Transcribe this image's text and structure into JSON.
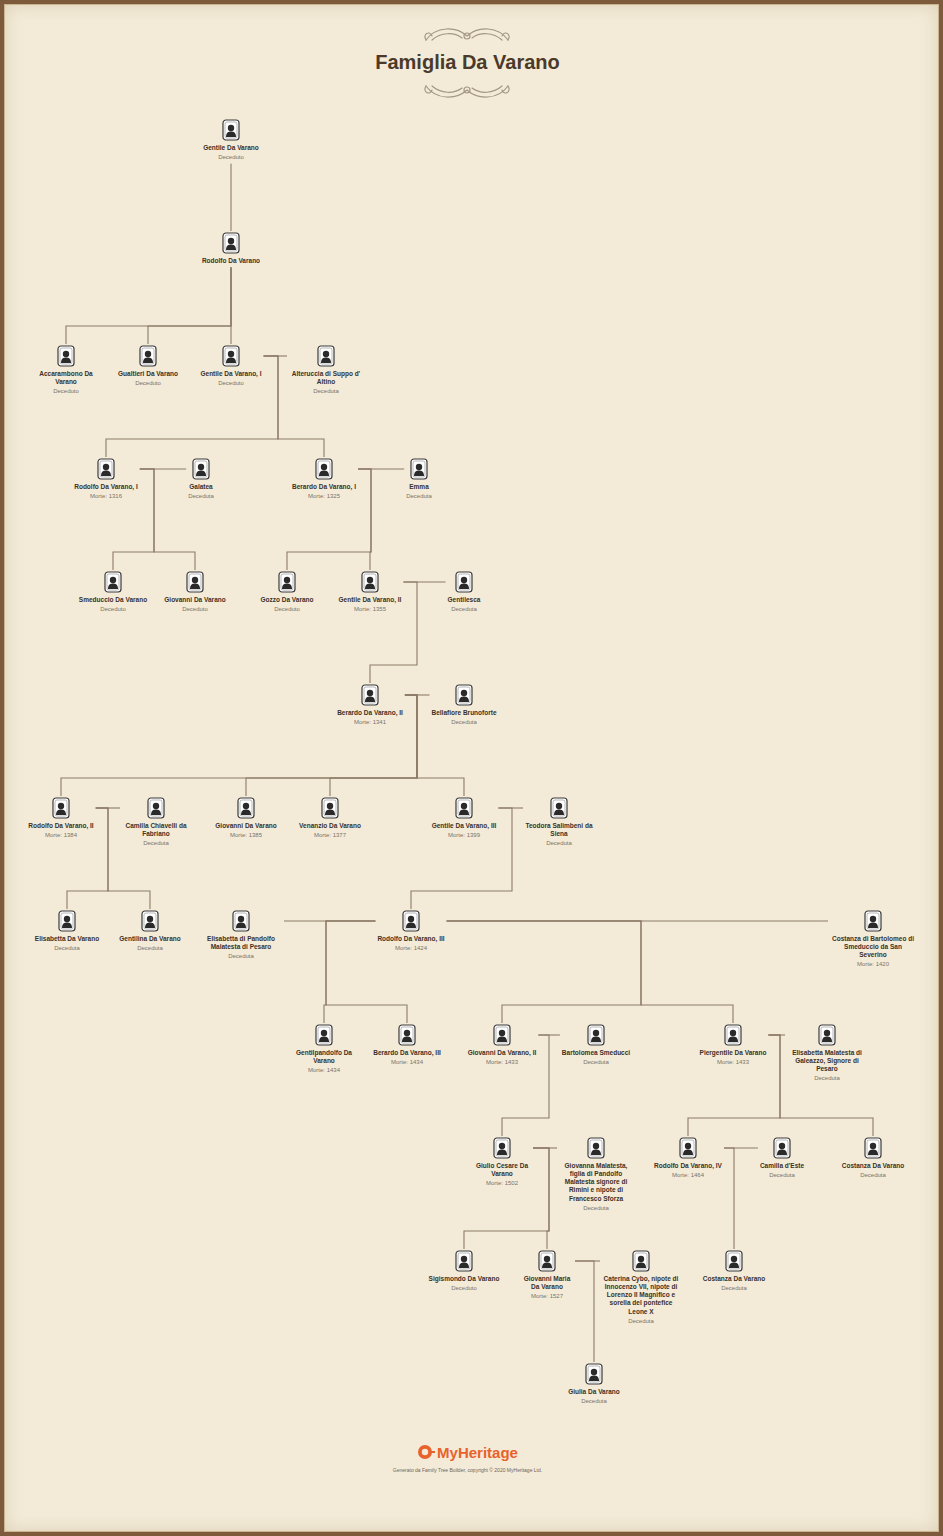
{
  "diagram": {
    "title": "Famiglia Da Varano",
    "nodes": [
      {
        "text": [
          "Gentile Da Varano",
          "Deceduto"
        ]
      },
      {
        "text": [
          "Rodolfo Da Varano"
        ]
      },
      {
        "text": [
          "Accarambono Da Varano",
          "Deceduto"
        ]
      },
      {
        "text": [
          "Gualtieri Da Varano",
          "Deceduto"
        ]
      },
      {
        "text": [
          "Gentile Da Varano, I",
          "Deceduto"
        ]
      },
      {
        "text": [
          "Alteruccia di Suppo d' Altino",
          "Deceduta"
        ]
      },
      {
        "text": [
          "Rodolfo Da Varano, I",
          "Morte: 1316"
        ]
      },
      {
        "text": [
          "Galatea",
          "Deceduta"
        ]
      },
      {
        "text": [
          "Berardo Da Varano, I",
          "Morte: 1325"
        ]
      },
      {
        "text": [
          "Emma",
          "Deceduta"
        ]
      },
      {
        "text": [
          "Smeduccio Da Varano",
          "Deceduto"
        ]
      },
      {
        "text": [
          "Giovanni Da Varano",
          "Deceduto"
        ]
      },
      {
        "text": [
          "Gozzo Da Varano",
          "Deceduto"
        ]
      },
      {
        "text": [
          "Gentile Da Varano, II",
          "Morte: 1355"
        ]
      },
      {
        "text": [
          "Gentilesca",
          "Deceduta"
        ]
      },
      {
        "text": [
          "Berardo Da Varano, II",
          "Morte: 1341"
        ]
      },
      {
        "text": [
          "Bellafiore Brunoforte",
          "Deceduta"
        ]
      },
      {
        "text": [
          "Rodolfo Da Varano, II",
          "Morte: 1384"
        ]
      },
      {
        "text": [
          "Camilla Chiavelli da Fabriano",
          "Deceduta"
        ]
      },
      {
        "text": [
          "Giovanni Da Varano",
          "Morte: 1385"
        ]
      },
      {
        "text": [
          "Venanzio Da Varano",
          "Morte: 1377"
        ]
      },
      {
        "text": [
          "Gentile Da Varano, III",
          "Morte: 1399"
        ]
      },
      {
        "text": [
          "Teodora Salimbeni da Siena",
          "Deceduta"
        ]
      },
      {
        "text": [
          "Elisabetta Da Varano",
          "Deceduta"
        ]
      },
      {
        "text": [
          "Gentilina Da Varano",
          "Deceduta"
        ]
      },
      {
        "text": [
          "Elisabetta di Pandolfo Malatesta di Pesaro",
          "Deceduta"
        ]
      },
      {
        "text": [
          "Rodolfo Da Varano, III",
          "Morte: 1424"
        ]
      },
      {
        "text": [
          "Costanza di Bartolomeo di Smeduccio da San Severino",
          "Morte: 1420"
        ]
      },
      {
        "text": [
          "Gentilpandolfo Da Varano",
          "Morte: 1434"
        ]
      },
      {
        "text": [
          "Berardo Da Varano, III",
          "Morte: 1434"
        ]
      },
      {
        "text": [
          "Giovanni Da Varano, II",
          "Morte: 1433"
        ]
      },
      {
        "text": [
          "Bartolomea Smeducci",
          "Deceduta"
        ]
      },
      {
        "text": [
          "Piergentile Da Varano",
          "Morte: 1433"
        ]
      },
      {
        "text": [
          "Elisabetta Malatesta di Galeazzo, Signore di Pesaro",
          "Deceduta"
        ]
      },
      {
        "text": [
          "Giulio Cesare Da Varano",
          "Morte: 1502"
        ]
      },
      {
        "text": [
          "Giovanna Malatesta, figlia di Pandolfo Malatesta signore di Rimini e nipote di Francesco Sforza",
          "Deceduta"
        ]
      },
      {
        "text": [
          "Rodolfo Da Varano, IV",
          "Morte: 1464"
        ]
      },
      {
        "text": [
          "Camilla d'Este",
          "Deceduta"
        ]
      },
      {
        "text": [
          "Costanza Da Varano",
          "Deceduta"
        ]
      },
      {
        "text": [
          "Sigismondo Da Varano",
          "Deceduto"
        ]
      },
      {
        "text": [
          "Giovanni Maria Da Varano",
          "Morte: 1527"
        ]
      },
      {
        "text": [
          "Caterina Cybo, nipote di Innocenzo VII, nipote di Lorenzo Il Magnifico e sorella del pontefice Leone X",
          "Deceduta"
        ]
      },
      {
        "text": [
          "Costanza Da Varano",
          "Deceduta"
        ]
      },
      {
        "text": [
          "Giulia Da Varano",
          "Deceduta"
        ]
      }
    ],
    "edges": [
      {
        "from": 0,
        "to": 1,
        "arrow": "none"
      },
      {
        "from": 1,
        "to": 2,
        "arrow": "none"
      },
      {
        "from": 1,
        "to": 3,
        "arrow": "none"
      },
      {
        "from": 1,
        "to": 4,
        "arrow": "none"
      },
      {
        "from": 4,
        "to": 5,
        "arrow": "none"
      },
      {
        "from": 4,
        "to": 6,
        "arrow": "none"
      },
      {
        "from": 4,
        "to": 8,
        "arrow": "none"
      },
      {
        "from": 6,
        "to": 7,
        "arrow": "none"
      },
      {
        "from": 8,
        "to": 9,
        "arrow": "none"
      },
      {
        "from": 6,
        "to": 10,
        "arrow": "none"
      },
      {
        "from": 6,
        "to": 11,
        "arrow": "none"
      },
      {
        "from": 8,
        "to": 12,
        "arrow": "none"
      },
      {
        "from": 8,
        "to": 13,
        "arrow": "none"
      },
      {
        "from": 13,
        "to": 14,
        "arrow": "none"
      },
      {
        "from": 13,
        "to": 15,
        "arrow": "none"
      },
      {
        "from": 15,
        "to": 16,
        "arrow": "none"
      },
      {
        "from": 15,
        "to": 17,
        "arrow": "none"
      },
      {
        "from": 15,
        "to": 19,
        "arrow": "none"
      },
      {
        "from": 15,
        "to": 20,
        "arrow": "none"
      },
      {
        "from": 15,
        "to": 21,
        "arrow": "none"
      },
      {
        "from": 17,
        "to": 18,
        "arrow": "none"
      },
      {
        "from": 21,
        "to": 22,
        "arrow": "none"
      },
      {
        "from": 17,
        "to": 23,
        "arrow": "none"
      },
      {
        "from": 17,
        "to": 24,
        "arrow": "none"
      },
      {
        "from": 21,
        "to": 26,
        "arrow": "none"
      },
      {
        "from": 25,
        "to": 26,
        "arrow": "none"
      },
      {
        "from": 26,
        "to": 27,
        "arrow": "none"
      },
      {
        "from": 26,
        "to": 28,
        "arrow": "none"
      },
      {
        "from": 26,
        "to": 29,
        "arrow": "none"
      },
      {
        "from": 26,
        "to": 30,
        "arrow": "none"
      },
      {
        "from": 26,
        "to": 32,
        "arrow": "none"
      },
      {
        "from": 30,
        "to": 31,
        "arrow": "none"
      },
      {
        "from": 32,
        "to": 33,
        "arrow": "none"
      },
      {
        "from": 30,
        "to": 34,
        "arrow": "none"
      },
      {
        "from": 32,
        "to": 36,
        "arrow": "none"
      },
      {
        "from": 32,
        "to": 38,
        "arrow": "none"
      },
      {
        "from": 34,
        "to": 35,
        "arrow": "none"
      },
      {
        "from": 36,
        "to": 37,
        "arrow": "none"
      },
      {
        "from": 34,
        "to": 39,
        "arrow": "none"
      },
      {
        "from": 34,
        "to": 40,
        "arrow": "none"
      },
      {
        "from": 36,
        "to": 42,
        "arrow": "none"
      },
      {
        "from": 40,
        "to": 41,
        "arrow": "none"
      },
      {
        "from": 40,
        "to": 43,
        "arrow": "none"
      }
    ],
    "labels": [
      "MyHeritage",
      "Generato da Family Tree Builder, copyright © 2020 MyHeritage Ltd."
    ]
  }
}
